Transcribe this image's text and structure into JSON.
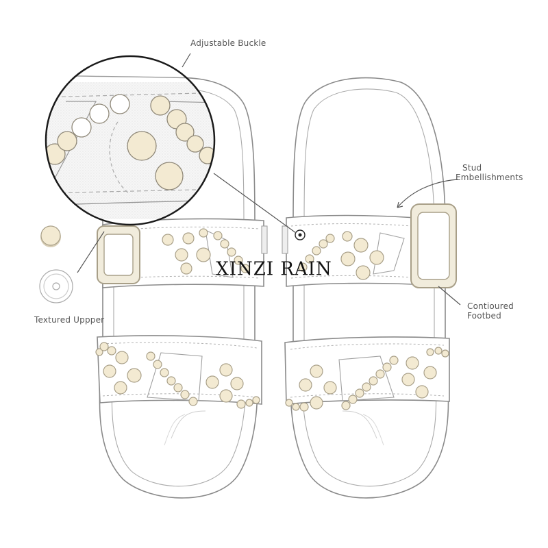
{
  "brand": {
    "watermark": "XINZI RAIN"
  },
  "callouts": [
    {
      "id": "adjustable-buckle",
      "text": "Adjustable Buckle"
    },
    {
      "id": "stud-embellishments",
      "line1": "Stud",
      "line2": "Embellishments"
    },
    {
      "id": "contoured-footbed",
      "line1": "Contioured",
      "line2": "Footbed"
    },
    {
      "id": "textured-upper",
      "text": "Textured Uppper"
    }
  ],
  "colors": {
    "outline": "#8a8a8a",
    "stitch": "#b0b0b0",
    "stud_fill": "#f3ead2",
    "stud_edge": "#a89f88",
    "buckle_fill": "#f1ecdc",
    "magnifier_ring": "#1a1a1a",
    "texture": "#ececec",
    "label_text": "#555555"
  },
  "detail_swatches": [
    {
      "name": "stud-closeup",
      "kind": "filled-stud"
    },
    {
      "name": "rivet-closeup",
      "kind": "ring-rivet"
    }
  ]
}
